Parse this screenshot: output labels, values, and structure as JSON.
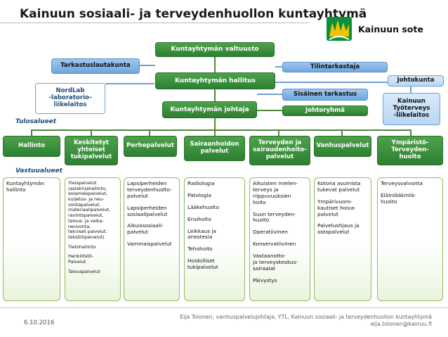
{
  "header": {
    "title": "Kainuun sosiaali- ja terveydenhuollon kuntayhtymä",
    "logo_text": "Kainuun sote"
  },
  "org": {
    "valtuusto": "Kuntayhtymän valtuusto",
    "hallitus": "Kuntayhtymän hallitus",
    "johtaja": "Kuntayhtymän johtaja",
    "tarkastuslautakunta": "Tarkastuslautakunta",
    "tilintarkastaja": "Tilintarkastaja",
    "johtokunta": "Johtokunta",
    "sisainen_tarkastus": "Sisäinen tarkastus",
    "johtoryhma": "Johtoryhmä",
    "nordlab": "NordLab\n-laboratorio-\nliikelaitos",
    "tyoterveys": "Kainuun\nTyöterveys\n-liikelaitos"
  },
  "labels": {
    "tulosalueet": "Tulosalueet",
    "vastuualueet": "Vastuualueet"
  },
  "columns": [
    {
      "title": "Hallinto",
      "items": [
        "Kuntayhtymän\nhallinto"
      ]
    },
    {
      "title": "Keskitetyt\nyhteiset\ntukipalvelut",
      "items": [
        "Yleispalvelut\n(asiakirjahallinto,\nasiamiespalvelut,\nkuljetus- ja neu-\nvontapalvelut,\nmateriaalipalvelut,\nravintopalvelut,\ntalous- ja velka-\nneuvonta,\ntekniset palvelut.\ntekstiilipalvelut)",
        "Tietohallinto",
        "Henkilöstö-\nPalvelut",
        "Talouspalvelut"
      ]
    },
    {
      "title": "Perhepalvelut",
      "items": [
        "Lapsiperheiden\nterveydenhuolto-\npalvelut",
        "Lapsiperheiden\nsosiaalipalvelut",
        "Aikuissosiaali-\npalvelut",
        "Vammaispalvelut"
      ]
    },
    {
      "title": "Sairaanhoidon\npalvelut",
      "items": [
        "Radiologia",
        "Patologia",
        "Lääkehuolto",
        "Ensihoito",
        "Leikkaus ja\nanestesia",
        "Tehohoito",
        "Hoidolliset\ntukipalvelut"
      ]
    },
    {
      "title": "Terveyden ja\nsairaudenhoito-\npalvelut",
      "items": [
        "Aikuisten mielen-\nterveys ja\nriippuvuuksien\nhoito",
        "Suun terveyden-\nhuolto",
        "Operatiivinen",
        "Konservatiivinen",
        "Vastaanotto-\nja terveyskeskus-\nsairaalat",
        "Päivystys"
      ]
    },
    {
      "title": "Vanhuspalvelut",
      "items": [
        "Kotona asumista\ntukevat palvelut",
        "Ympärivuoro-\nkautiset hoiva-\npalvelut",
        "Palveluohjaus ja\nostopalvelut"
      ]
    },
    {
      "title": "Ympäristö-\nTerveyden-\nhuolto",
      "items": [
        "Terveysvalvonta",
        "Eläinlääkintä-\nhuolto"
      ]
    }
  ],
  "footer": {
    "date": "6.10.2016",
    "credit_line1": "Eija Tolonen, vanhuspalvelujohtaja, YTL, Kainuun sosiaali- ja terveydenhuollon kuntayhtymä",
    "credit_line2": "eija.tolonen@kainuu.fi"
  },
  "colors": {
    "green": "#2d7f33",
    "blue": "#6fa6dd",
    "light_blue": "#b9d6f4",
    "label_blue": "#1f4e79"
  }
}
